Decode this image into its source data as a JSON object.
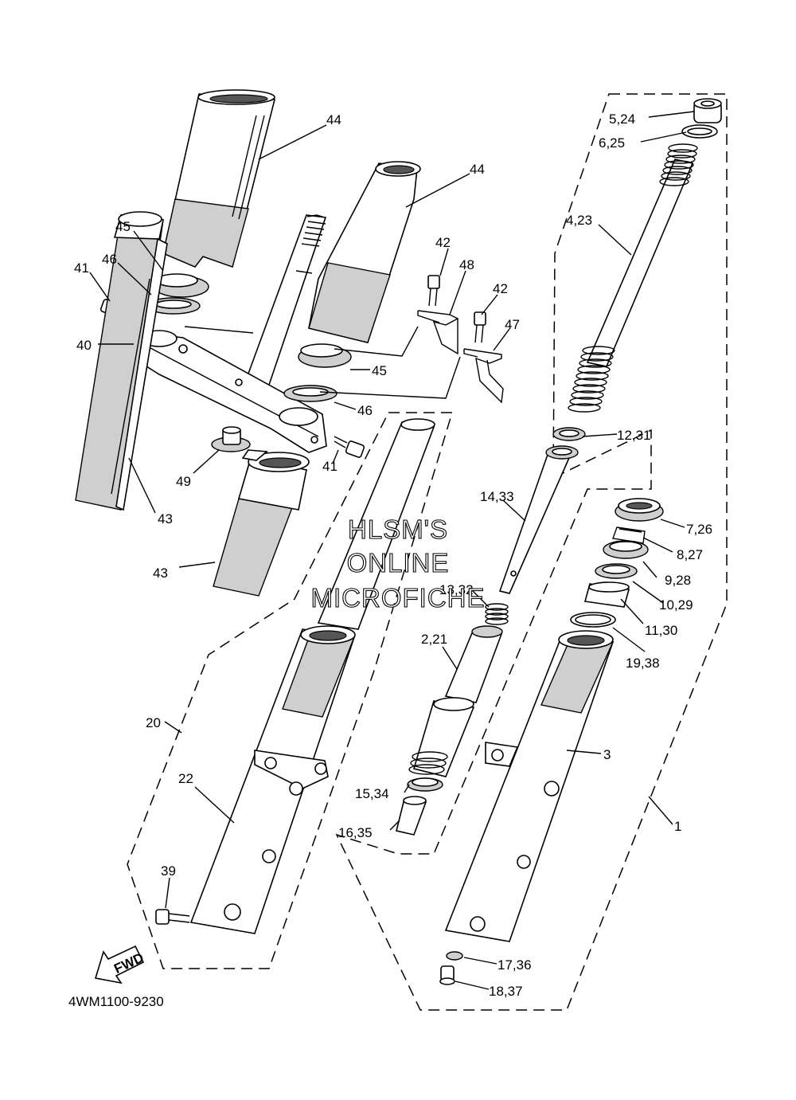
{
  "diagram": {
    "part_code": "4WM1100-9230",
    "fwd_label": "FWD",
    "watermark": [
      "HLSM'S",
      "ONLINE",
      "MICROFICHE"
    ],
    "labels": {
      "l44a": "44",
      "l44b": "44",
      "l45a": "45",
      "l46a": "46",
      "l41a": "41",
      "l40": "40",
      "l42a": "42",
      "l48": "48",
      "l42b": "42",
      "l47": "47",
      "l45b": "45",
      "l46b": "46",
      "l41b": "41",
      "l49": "49",
      "l43a": "43",
      "l43b": "43",
      "l5_24": "5,24",
      "l6_25": "6,25",
      "l4_23": "4,23",
      "l12_31": "12,31",
      "l14_33": "14,33",
      "l7_26": "7,26",
      "l8_27": "8,27",
      "l9_28": "9,28",
      "l10_29": "10,29",
      "l11_30": "11,30",
      "l13_32": "13,32",
      "l19_38": "19,38",
      "l2_21": "2,21",
      "l3": "3",
      "l20": "20",
      "l22": "22",
      "l15_34": "15,34",
      "l16_35": "16,35",
      "l1": "1",
      "l39": "39",
      "l17_36": "17,36",
      "l18_37": "18,37"
    }
  }
}
